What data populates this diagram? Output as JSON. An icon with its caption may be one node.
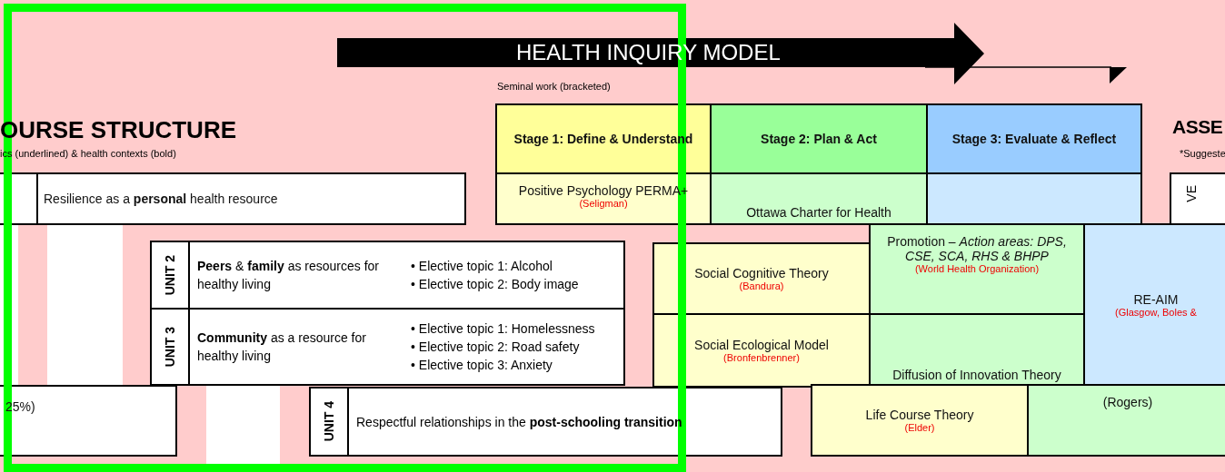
{
  "diagram": {
    "nodes": [
      {
        "text": [
          "HEALTH INQUIRY MODEL"
        ]
      },
      {
        "text": [
          "Stage 1: Define & Understand"
        ]
      },
      {
        "text": [
          "Stage 2: Plan & Act"
        ]
      },
      {
        "text": [
          "Stage 3: Evaluate & Reflect"
        ]
      },
      {
        "text": [
          "Positive Psychology PERMA+",
          "(Seligman)"
        ]
      },
      {
        "text": [
          "Ottawa Charter for Health"
        ]
      },
      {
        "text": [],
        "shape": "box"
      },
      {
        "text": [
          "Resilience as a **personal** health resource"
        ]
      },
      {
        "text": [
          "UNIT 2",
          "**Peers** & **family** as resources for healthy living",
          "• Elective topic 1: Alcohol",
          "• Elective topic 2: Body image"
        ]
      },
      {
        "text": [
          "UNIT 3",
          "**Community** as a resource for healthy living",
          "• Elective topic 1: Homelessness",
          "• Elective topic 2: Road safety",
          "• Elective topic 3: Anxiety"
        ]
      },
      {
        "text": [
          "Social Cognitive Theory",
          "(Bandura)"
        ]
      },
      {
        "text": [
          "Social Ecological Model",
          "(Bronfenbrenner)"
        ]
      },
      {
        "text": [
          "Promotion – *Action areas: DPS, CSE, SCA, RHS & BHPP*",
          "(World Health Organization)"
        ]
      },
      {
        "text": [
          "Diffusion of Innovation Theory"
        ]
      },
      {
        "text": [
          "RE-AIM",
          "(Glasgow, Boles &"
        ]
      },
      {
        "text": [
          "25%)"
        ]
      },
      {
        "text": [
          "UNIT 4",
          "Respectful relationships in the **post-schooling transition**"
        ]
      },
      {
        "text": [
          "Life Course Theory",
          "(Elder)"
        ]
      },
      {
        "text": [
          "(Rogers)"
        ]
      },
      {
        "text": [
          "VE"
        ]
      }
    ],
    "labels": [
      "Seminal work (bracketed)",
      "OURSE STRUCTURE",
      "ics (underlined) & health contexts (bold)",
      "ASSE",
      "*Suggeste"
    ]
  }
}
